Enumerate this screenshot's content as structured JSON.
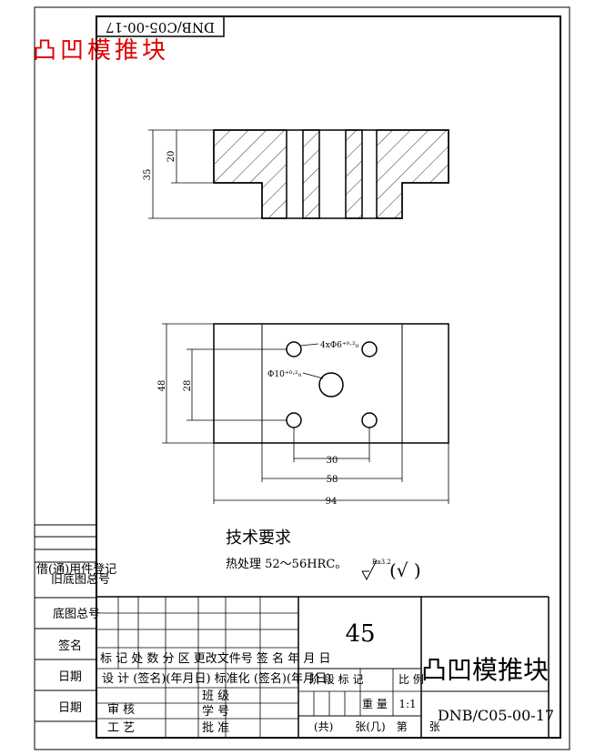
{
  "drawing": {
    "part_title_red": "凸凹模推块",
    "part_title": "凸凹模推块",
    "drawing_number": "DNB/C05-00-17",
    "drawing_number_mirrored": "DNB/C05-00-17",
    "material": "45",
    "scale": "1:1",
    "colors": {
      "line": "#000000",
      "title_red": "#e00000"
    }
  },
  "dimensions": {
    "side_height_total": "35",
    "side_height_flange": "20",
    "plan_height": "48",
    "plan_hole_spacing_y": "28",
    "plan_hole_spacing_x": "30",
    "plan_inner_width": "58",
    "plan_total_width": "94",
    "hole_callout": "4xΦ6⁺⁰·²₀",
    "center_hole_callout": "Φ10⁺⁰·²₀"
  },
  "notes": {
    "heading": "技术要求",
    "heat_treatment": "热处理 52～56HRC。",
    "roughness": "Ra3.2",
    "roughness_bracket": "(√  )"
  },
  "left_column": {
    "borrow_register": "借(通)用件登记",
    "old_base_no": "旧底图总号",
    "base_no": "底图总号",
    "signature": "签名",
    "date1": "日期",
    "date2": "日期"
  },
  "title_block": {
    "rev_row": "标 记 处 数 分 区 更改文件号 签 名 年 月 日",
    "design_row": "设 计 (签名)(年月日) 标准化 (签名)(年月日)",
    "stage_label": "阶 段 标 记",
    "weight_label": "重 量",
    "scale_label": "比 例",
    "review": "审 核",
    "process": "工 艺",
    "class": "班 级",
    "student_no": "学 号",
    "approve": "批 准",
    "sheets": "(共)　　张(几)　第　　张"
  }
}
